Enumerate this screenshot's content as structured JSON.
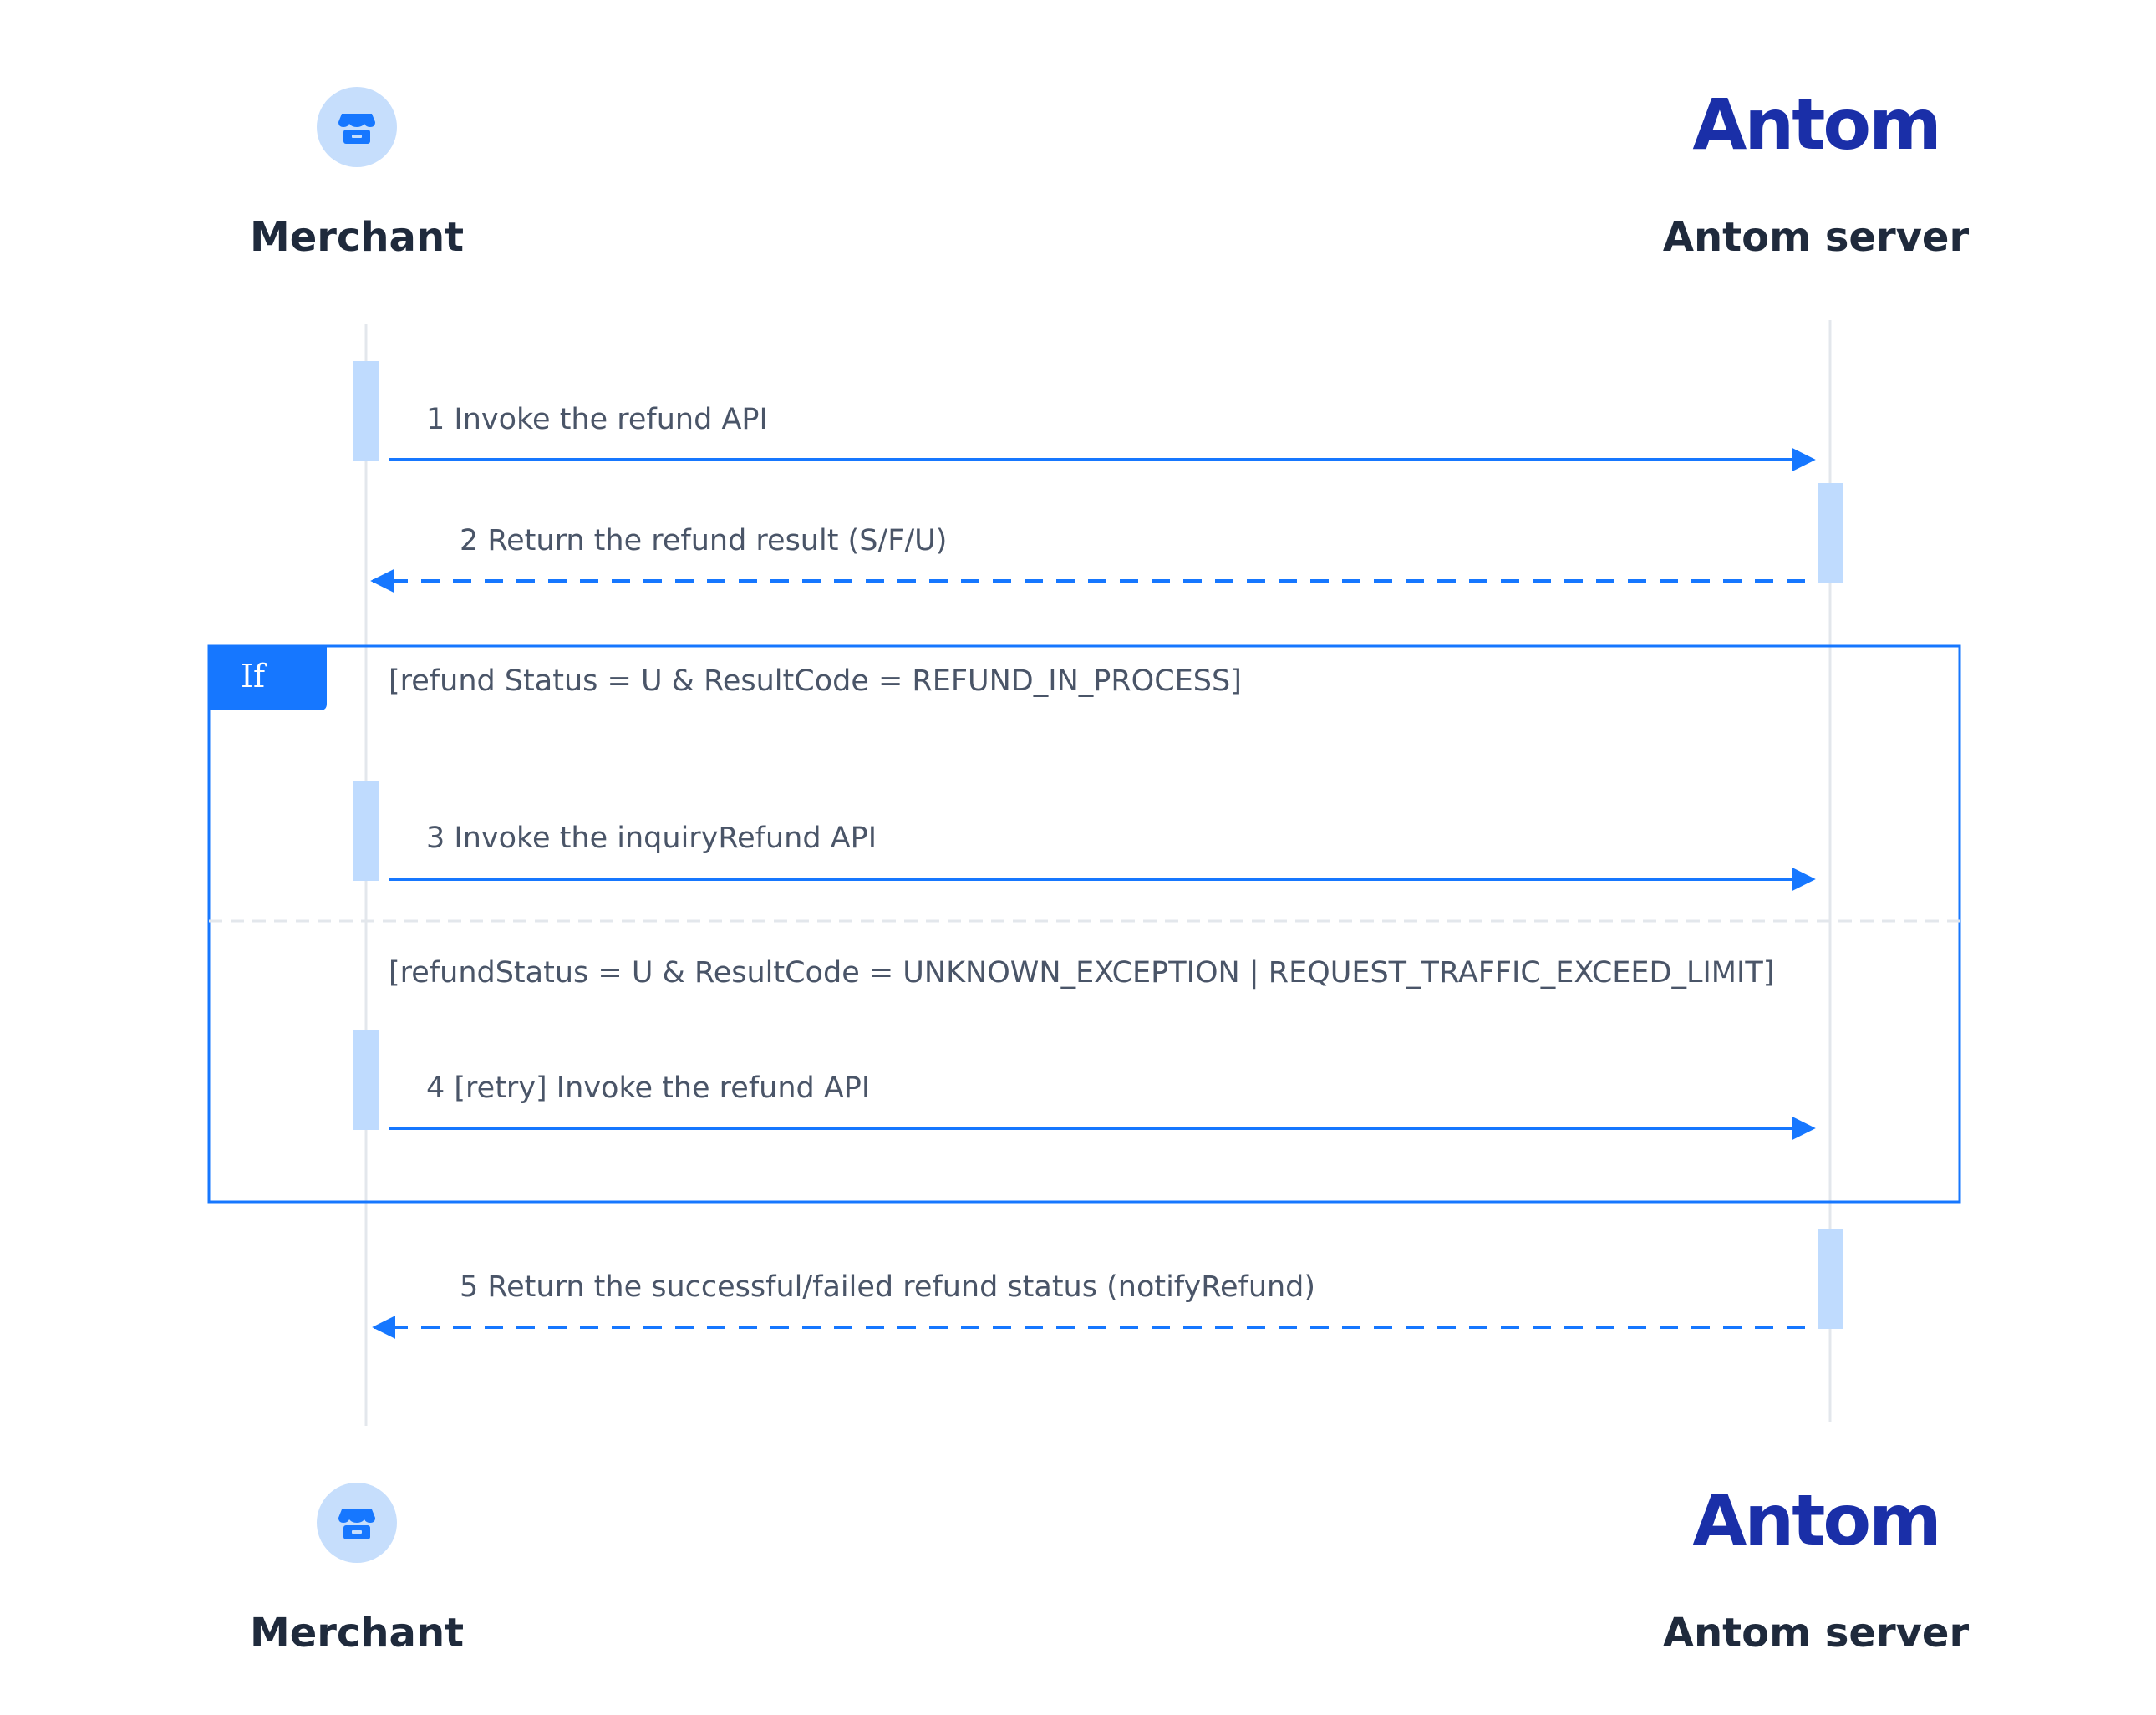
{
  "participants": {
    "merchant": {
      "name": "Merchant",
      "icon": "store-icon"
    },
    "antom": {
      "name": "Antom server",
      "logo_text": "Antom"
    }
  },
  "messages": [
    {
      "label": "1 Invoke the refund API",
      "from": "merchant",
      "to": "antom",
      "style": "solid"
    },
    {
      "label": "2 Return the refund result (S/F/U)",
      "from": "antom",
      "to": "merchant",
      "style": "dashed"
    },
    {
      "label": "3 Invoke the inquiryRefund API",
      "from": "merchant",
      "to": "antom",
      "style": "solid"
    },
    {
      "label": "4 [retry] Invoke the refund API",
      "from": "merchant",
      "to": "antom",
      "style": "solid"
    },
    {
      "label": "5 Return the successful/failed refund status (notifyRefund)",
      "from": "antom",
      "to": "merchant",
      "style": "dashed"
    }
  ],
  "frame": {
    "tag": "If",
    "guards": [
      "[refund Status = U & ResultCode = REFUND_IN_PROCESS]",
      "[refundStatus = U & ResultCode = UNKNOWN_EXCEPTION | REQUEST_TRAFFIC_EXCEED_LIMIT]"
    ]
  },
  "colors": {
    "arrow": "#1677ff",
    "activation": "#bfdbfe",
    "lifeline": "#e3e7ec",
    "frame_border": "#1677ff",
    "frame_tag": "#1677ff",
    "icon_circle": "#c6defc",
    "icon": "#1677ff",
    "logo": "#1a2fa8"
  }
}
